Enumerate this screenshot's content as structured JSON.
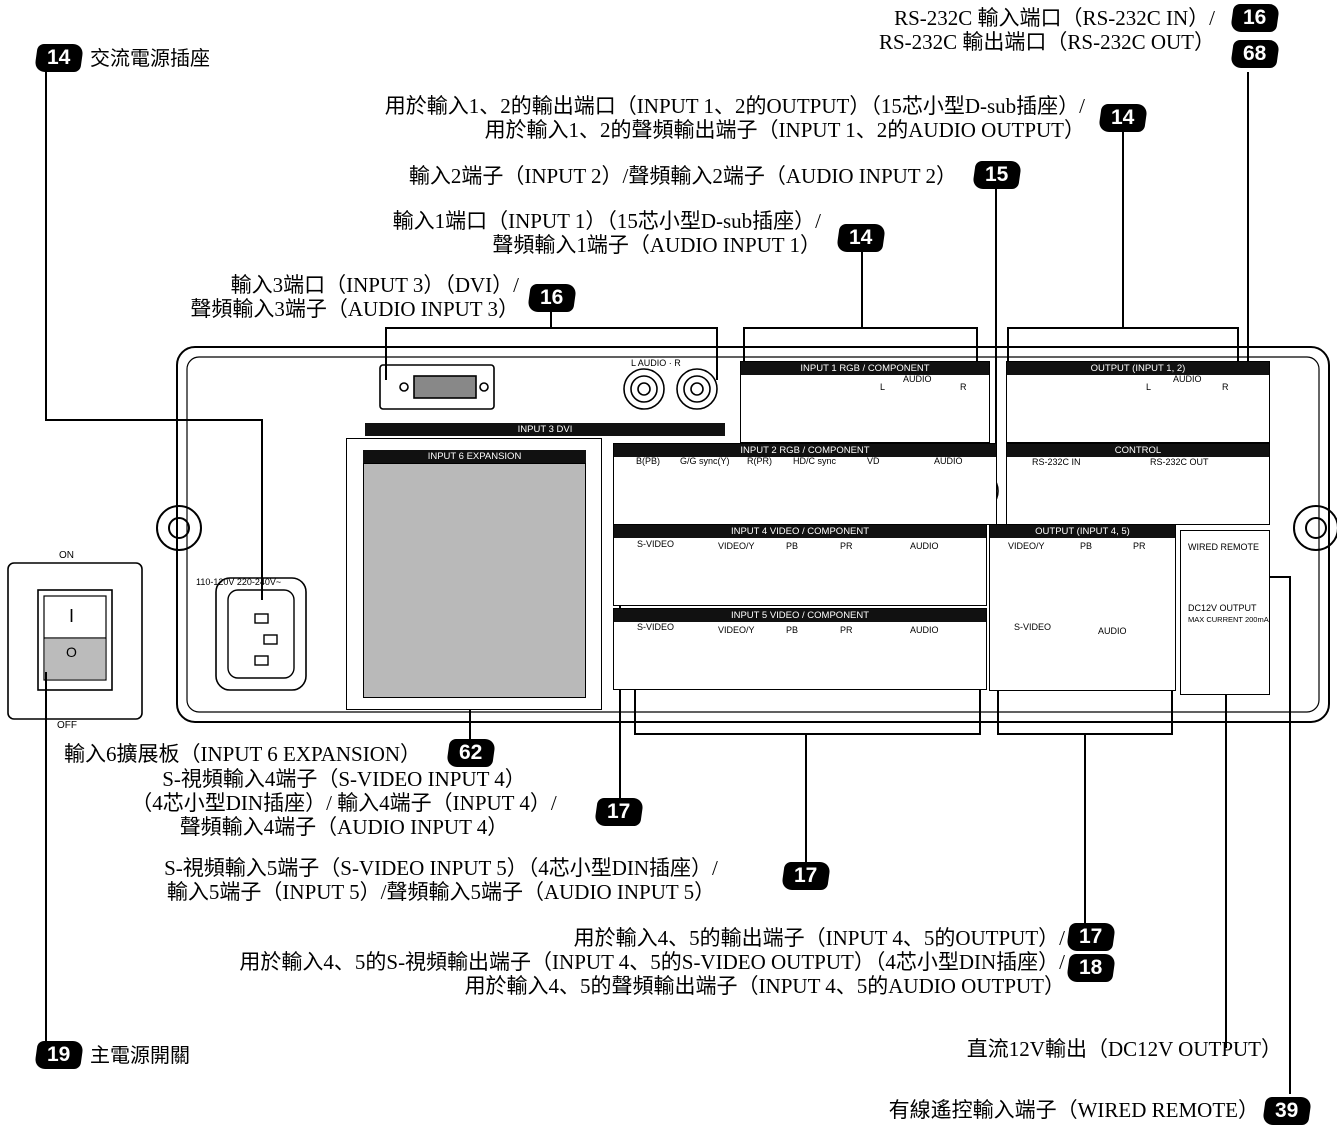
{
  "captions": {
    "rs232": {
      "line1": "RS-232C 輸入端口（RS-232C IN）/",
      "line2": "RS-232C 輸出端口（RS-232C OUT）",
      "badge1": "16",
      "badge2": "68"
    },
    "ac_socket": {
      "badge": "14",
      "text": "交流電源插座"
    },
    "output12": {
      "line1": "用於輸入1、2的輸出端口（INPUT 1、2的OUTPUT）（15芯小型D-sub插座）/",
      "line2": "用於輸入1、2的聲頻輸出端子（INPUT 1、2的AUDIO OUTPUT）",
      "badge": "14"
    },
    "input2": {
      "text": "輸入2端子（INPUT 2）/聲頻輸入2端子（AUDIO INPUT 2）",
      "badge": "15"
    },
    "input1": {
      "line1": "輸入1端口（INPUT 1）（15芯小型D-sub插座）/",
      "line2": "聲頻輸入1端子（AUDIO INPUT 1）",
      "badge": "14"
    },
    "input3": {
      "line1": "輸入3端口（INPUT 3）（DVI）/",
      "line2": "聲頻輸入3端子（AUDIO INPUT 3）",
      "badge": "16"
    },
    "input6": {
      "text": "輸入6擴展板（INPUT 6 EXPANSION）",
      "badge": "62"
    },
    "input4": {
      "line1": "S-視頻輸入4端子（S-VIDEO INPUT 4）",
      "line2": "（4芯小型DIN插座）/ 輸入4端子（INPUT 4）/",
      "line3": "聲頻輸入4端子（AUDIO INPUT 4）",
      "badge": "17"
    },
    "input5": {
      "line1": "S-視頻輸入5端子（S-VIDEO INPUT 5）（4芯小型DIN插座）/",
      "line2": "輸入5端子（INPUT 5）/聲頻輸入5端子（AUDIO INPUT 5）",
      "badge": "17"
    },
    "output45": {
      "line1": "用於輸入4、5的輸出端子（INPUT 4、5的OUTPUT）/",
      "line2": "用於輸入4、5的S-視頻輸出端子（INPUT 4、5的S-VIDEO OUTPUT）（4芯小型DIN插座）/",
      "line3": "用於輸入4、5的聲頻輸出端子（INPUT 4、5的AUDIO OUTPUT）",
      "badge1": "17",
      "badge2": "18"
    },
    "main_switch": {
      "badge": "19",
      "text": "主電源開關"
    },
    "dc12v": {
      "text": "直流12V輸出（DC12V OUTPUT）"
    },
    "wired_remote": {
      "text": "有線遙控輸入端子（WIRED REMOTE）",
      "badge": "39"
    }
  },
  "panel": {
    "input3_header": "INPUT 3   DVI",
    "input3_audio": "AUDIO",
    "l": "L",
    "r": "R",
    "input1_header": "INPUT 1   RGB / COMPONENT",
    "audio": "AUDIO",
    "output12_header": "OUTPUT (INPUT 1, 2)",
    "input6_header": "INPUT 6   EXPANSION",
    "input2_header": "INPUT 2   RGB / COMPONENT",
    "input2_labels": [
      "B(PB)",
      "G/G sync(Y)",
      "R(PR)",
      "HD/C sync",
      "VD"
    ],
    "control_header": "CONTROL",
    "rs232_in": "RS-232C IN",
    "rs232_out": "RS-232C OUT",
    "input4_header": "INPUT 4   VIDEO / COMPONENT",
    "input5_header": "INPUT 5   VIDEO / COMPONENT",
    "s_video": "S-VIDEO",
    "video_y": "VIDEO/Y",
    "pb": "PB",
    "pr": "PR",
    "output45_header": "OUTPUT (INPUT 4, 5)",
    "wired_remote": "WIRED REMOTE",
    "dc12v_output": "DC12V OUTPUT",
    "max_current": "MAX CURRENT 200mA",
    "voltage": "110-120V  220-240V~",
    "on": "ON",
    "off": "OFF",
    "switch_i": "I",
    "switch_o": "O"
  }
}
